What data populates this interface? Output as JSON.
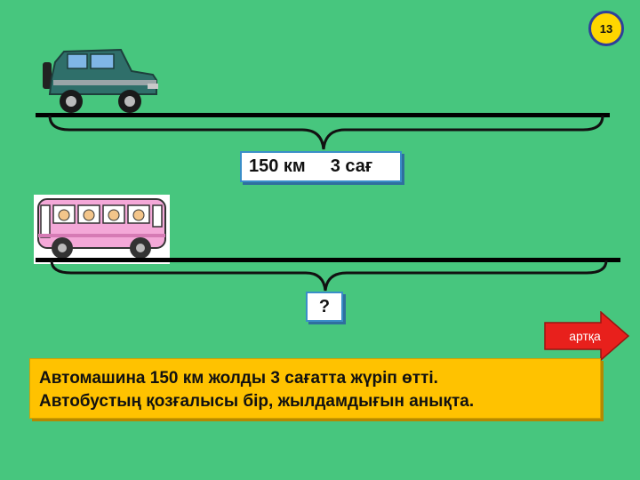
{
  "slide_number": "13",
  "car_segment": {
    "distance": "150 км",
    "time": "3 сағ"
  },
  "bus_segment": {
    "unknown": "?"
  },
  "back_button": {
    "label": "артқа"
  },
  "problem": {
    "line1": "Автомашина 150 км жолды 3 сағатта жүріп өтті.",
    "line2": "Автобустың қозғалысы бір, жылдамдығын анықта."
  },
  "colors": {
    "background": "#47c67e",
    "badge": "#ffd600",
    "problem_box": "#ffc200",
    "back_button": "#e8201c"
  }
}
